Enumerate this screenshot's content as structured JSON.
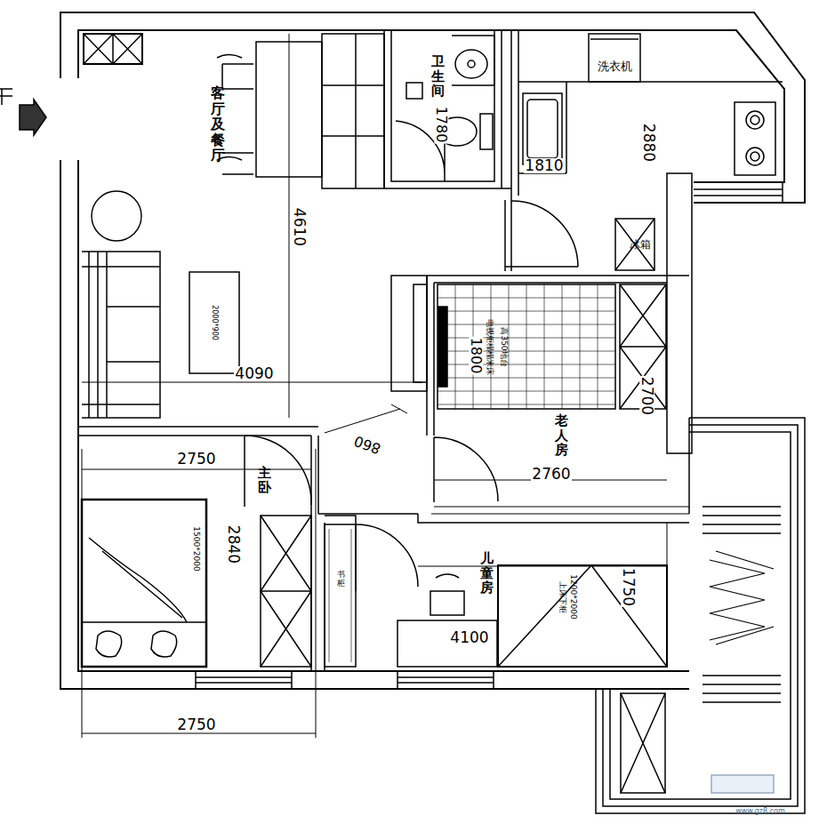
{
  "diagram": {
    "nodes": [
      {
        "text": [
          "洗衣机"
        ]
      },
      {
        "text": [
          "冰箱"
        ]
      },
      {
        "text": [
          "2000*900"
        ]
      },
      {
        "text": [
          "上床下柜",
          "1200*2000"
        ]
      },
      {
        "text": [
          "1500*2000"
        ]
      }
    ],
    "labels": [
      "客厅及餐厅",
      "卫生间",
      "1780",
      "1810",
      "2880",
      "4610",
      "4090",
      "860",
      "1800",
      "2700",
      "老人房",
      "2760",
      "2750",
      "主卧",
      "2840",
      "2750",
      "书柜",
      "儿童房",
      "4100",
      "1750",
      "电视柜榻榻米床",
      "高350地台",
      "www.gz8.com"
    ]
  }
}
